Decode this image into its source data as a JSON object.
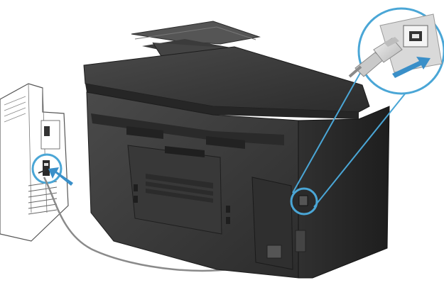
{
  "illustration": {
    "subject": "multifunction-printer-rear",
    "connection": "usb-cable-to-computer",
    "callouts": [
      "printer-usb-port-zoom",
      "computer-usb-port-highlight"
    ],
    "colors": {
      "printer_body": "#3d3d3d",
      "printer_shadow": "#262626",
      "printer_highlight": "#5a5a5a",
      "callout_ring": "#4aa6d6",
      "arrow": "#3a8fc8",
      "computer_outline": "#555555",
      "cable": "#8a8a8a",
      "background": "#ffffff"
    },
    "icons": [
      "usb-plug-icon",
      "usb-port-icon",
      "insert-arrow-icon"
    ]
  }
}
